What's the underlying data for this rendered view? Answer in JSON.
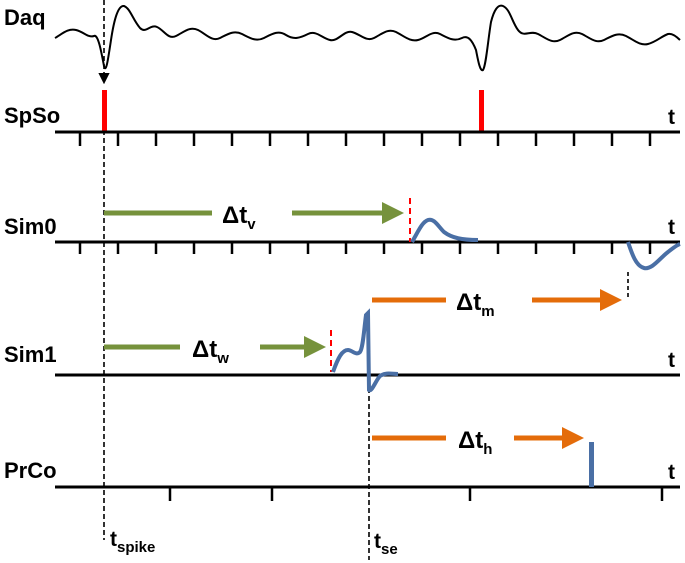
{
  "rows": {
    "daq": "Daq",
    "spso": "SpSo",
    "sim0": "Sim0",
    "sim1": "Sim1",
    "prco": "PrCo"
  },
  "axis_symbol": "t",
  "intervals": {
    "v": {
      "symbol": "Δt",
      "subscript": "v"
    },
    "w": {
      "symbol": "Δt",
      "subscript": "w"
    },
    "m": {
      "symbol": "Δt",
      "subscript": "m"
    },
    "h": {
      "symbol": "Δt",
      "subscript": "h"
    }
  },
  "markers": {
    "spike": {
      "symbol": "t",
      "subscript": "spike"
    },
    "se": {
      "symbol": "t",
      "subscript": "se"
    }
  },
  "colors": {
    "green_arrow": "#76923c",
    "orange_arrow": "#e46c0a",
    "waveform": "#4a6fa5",
    "spike_marker": "#ff0000",
    "axis": "#000000"
  }
}
